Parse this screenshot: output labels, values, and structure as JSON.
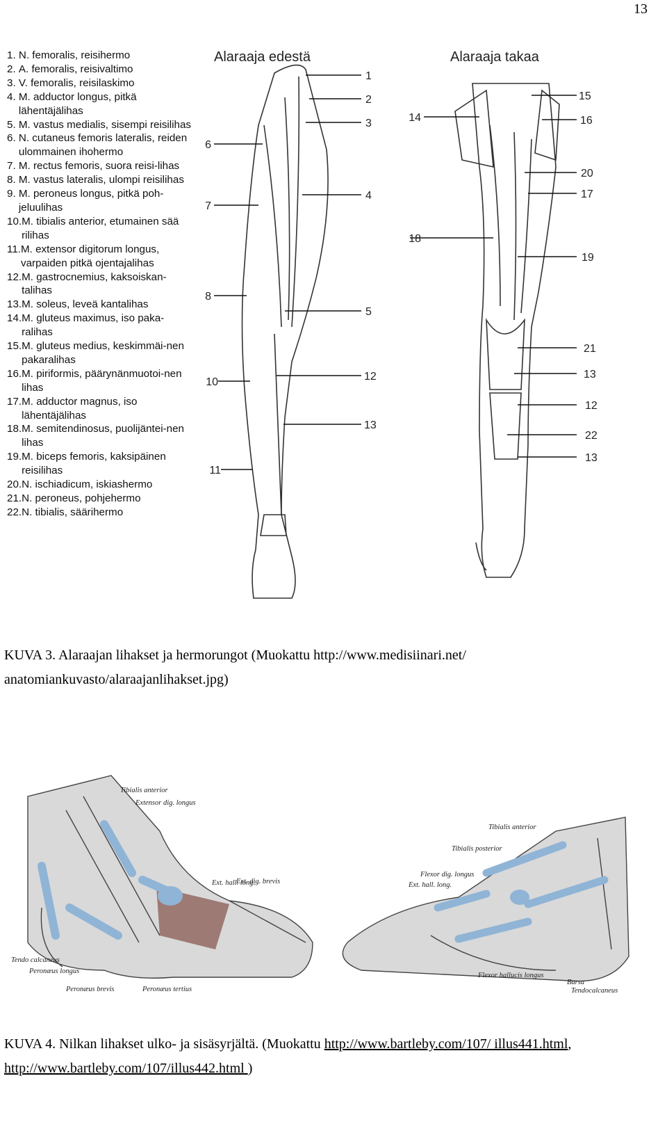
{
  "page_number": "13",
  "figure3": {
    "legend": [
      {
        "num": "1. ",
        "text": "N. femoralis, reisihermo"
      },
      {
        "num": "2. ",
        "text": "A. femoralis, reisivaltimo"
      },
      {
        "num": "3. ",
        "text": "V. femoralis, reisilaskimo"
      },
      {
        "num": "4. ",
        "text": "M. adductor longus, pitkä lähentäjälihas"
      },
      {
        "num": "5. ",
        "text": "M. vastus medialis, sisempi reisilihas"
      },
      {
        "num": "6. ",
        "text": "N. cutaneus femoris lateralis, reiden ulommainen ihohermo"
      },
      {
        "num": "7. ",
        "text": "M. rectus femoris, suora reisi-lihas"
      },
      {
        "num": "8. ",
        "text": "M. vastus lateralis, ulompi reisilihas"
      },
      {
        "num": "9. ",
        "text": "M. peroneus longus, pitkä poh-jeluulihas"
      },
      {
        "num": "10.",
        "text": "M. tibialis anterior, etumainen sää rilihas"
      },
      {
        "num": "11.",
        "text": "M. extensor digitorum longus, varpaiden pitkä ojentajalihas"
      },
      {
        "num": "12.",
        "text": "M. gastrocnemius, kaksoiskan-talihas"
      },
      {
        "num": "13.",
        "text": "M. soleus, leveä kantalihas"
      },
      {
        "num": "14.",
        "text": "M. gluteus maximus, iso paka-ralihas"
      },
      {
        "num": "15.",
        "text": "M. gluteus medius, keskimmäi-nen pakaralihas"
      },
      {
        "num": "16.",
        "text": "M. piriformis, päärynänmuotoi-nen lihas"
      },
      {
        "num": "17.",
        "text": "M. adductor magnus, iso lähentäjälihas"
      },
      {
        "num": "18.",
        "text": "M. semitendinosus, puolijäntei-nen lihas"
      },
      {
        "num": "19.",
        "text": "M. biceps femoris, kaksipäinen reisilihas"
      },
      {
        "num": "20.",
        "text": "N. ischiadicum, iskiashermo"
      },
      {
        "num": "21.",
        "text": "N. peroneus, pohjehermo"
      },
      {
        "num": "22.",
        "text": "N. tibialis, säärihermo"
      }
    ],
    "front_title": "Alaraaja edestä",
    "back_title": "Alaraaja takaa",
    "front_callouts_left": [
      "6",
      "7",
      "8",
      "10",
      "11"
    ],
    "front_callouts_right": [
      "1",
      "2",
      "3",
      "4",
      "5",
      "12",
      "13"
    ],
    "back_callouts_left": [
      "14",
      "18"
    ],
    "back_callouts_right": [
      "15",
      "16",
      "20",
      "17",
      "19",
      "21",
      "13",
      "12",
      "22",
      "13"
    ],
    "caption": "KUVA 3. Alaraajan lihakset ja hermorungot (Muokattu http://www.medisiinari.net/ anatomiankuvasto/alaraajanlihakset.jpg)"
  },
  "figure4": {
    "left_labels": [
      "Tibialis anterior",
      "Extensor dig. longus",
      "Ext. hall. long.",
      "Ext. dig. brevis",
      "Tendo calcaneus",
      "Peronæus longus",
      "Peronæus brevis",
      "Peronæus tertius"
    ],
    "right_labels": [
      "Tibialis anterior",
      "Tibialis posterior",
      "Flexor dig. longus",
      "Ext. hall. long.",
      "Flexor hallucis longus",
      "Bursa",
      "Tendocalcaneus"
    ],
    "caption_prefix": "KUVA 4. Nilkan lihakset ulko- ja sisäsyrjältä. (Muokattu ",
    "link1": "http://www.bartleby.com/107/ illus441.html",
    "caption_sep": ", ",
    "link2": "http://www.bartleby.com/107/illus442.html ",
    "caption_suffix": ")"
  },
  "colors": {
    "tendon_sheath": "#8fb4d6",
    "muscle": "#8a5a52",
    "ink": "#222222"
  }
}
